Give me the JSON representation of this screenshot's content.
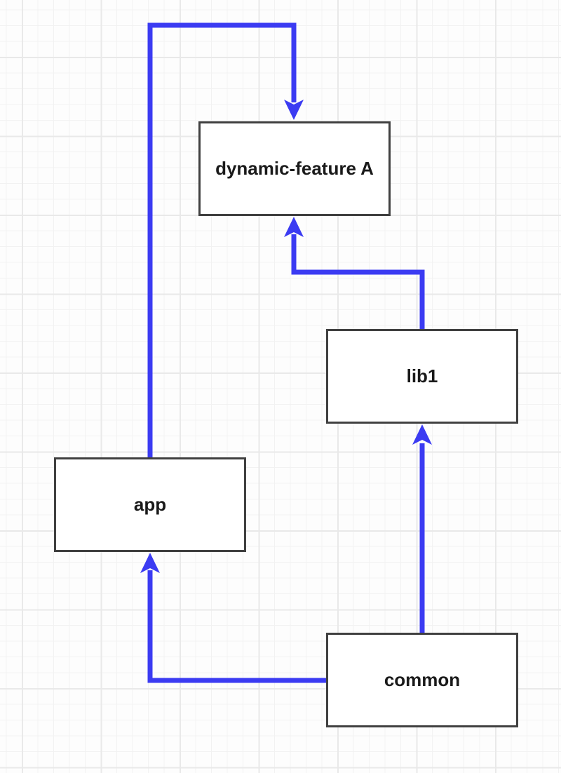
{
  "diagram": {
    "type": "module-dependency-graph",
    "nodes": [
      {
        "id": "dynamic-feature-a",
        "label": "dynamic-feature A"
      },
      {
        "id": "lib1",
        "label": "lib1"
      },
      {
        "id": "app",
        "label": "app"
      },
      {
        "id": "common",
        "label": "common"
      }
    ],
    "edges": [
      {
        "from": "app",
        "to": "dynamic-feature-a"
      },
      {
        "from": "lib1",
        "to": "dynamic-feature-a"
      },
      {
        "from": "common",
        "to": "lib1"
      },
      {
        "from": "common",
        "to": "app"
      }
    ],
    "colors": {
      "edge": "#3b3bf2",
      "node_border": "#404040",
      "node_fill": "#ffffff",
      "text": "#1a1a1a",
      "background": "#fdfdfd",
      "grid_minor": "#f2f2f2",
      "grid_major": "#e9e9e9"
    }
  }
}
